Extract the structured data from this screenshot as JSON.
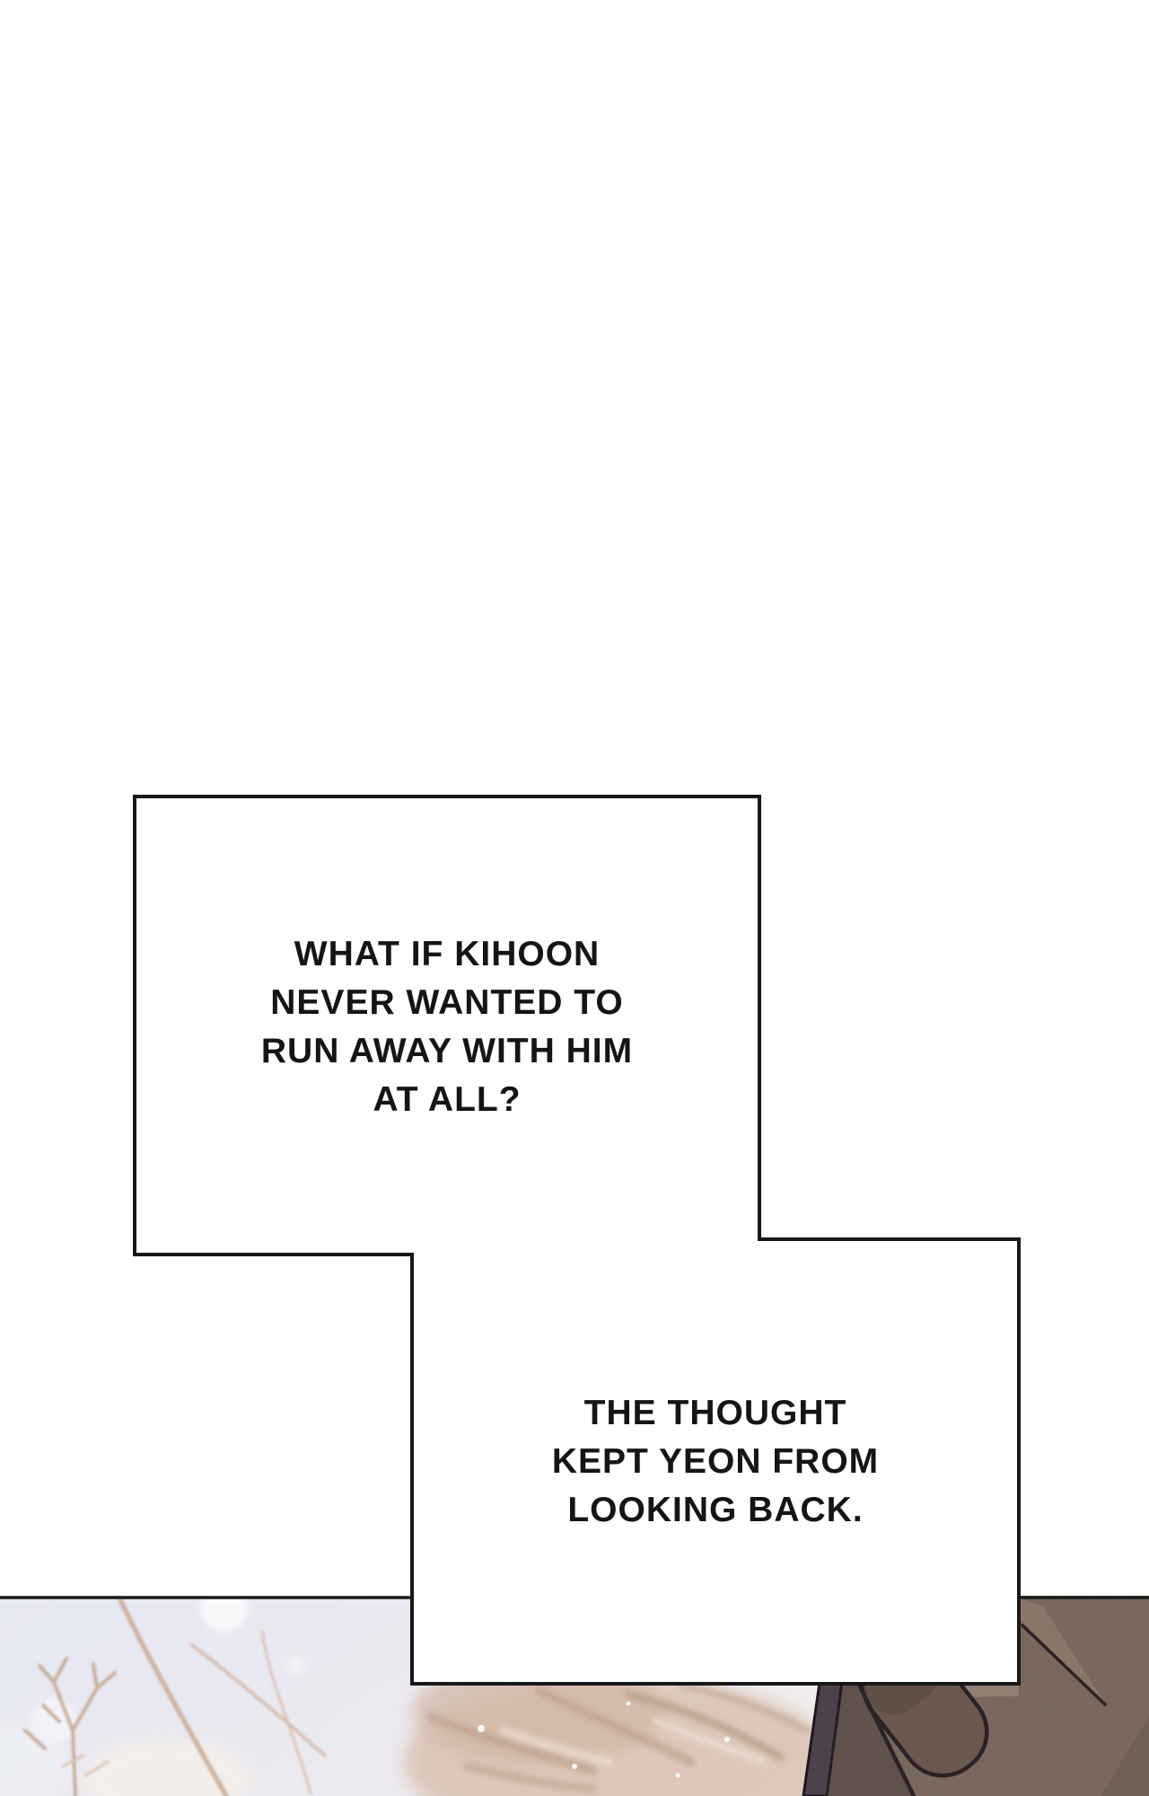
{
  "page": {
    "background_color": "#ffffff"
  },
  "narration_boxes": [
    {
      "lines": [
        "WHAT IF KIHOON",
        "NEVER WANTED TO",
        "RUN AWAY WITH HIM",
        "AT ALL?"
      ]
    },
    {
      "lines": [
        "THE THOUGHT",
        "KEPT YEON FROM",
        "LOOKING BACK."
      ]
    }
  ],
  "colors": {
    "panel_border": "#181818",
    "text": "#151515",
    "sky_left": "#e5e7f2",
    "sky_right": "#f5efec",
    "branches": "#cdae9a",
    "snow_bush": "#dcc6b7",
    "bag_fabric": "#7d6b60",
    "bag_shadow": "#61524a",
    "strap": "#4f4149",
    "strap_pad": "#6d5a4f",
    "line_art": "#241c20"
  }
}
